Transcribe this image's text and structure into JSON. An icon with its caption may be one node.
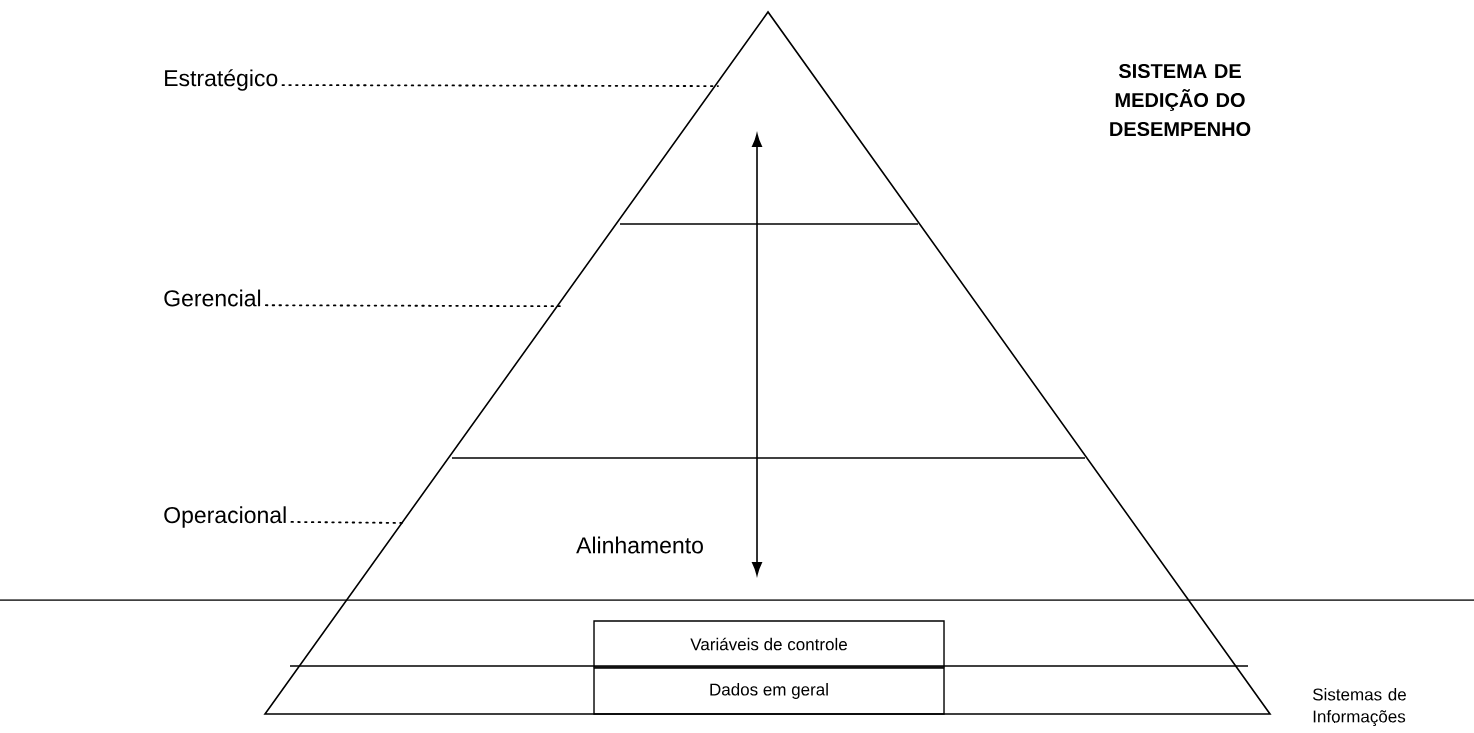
{
  "diagram": {
    "title": "SISTEMA DE MEDIÇÃO DO DESEMPENHO",
    "nodes": [
      {
        "text": [
          "Estratégico"
        ]
      },
      {
        "text": [
          "Gerencial"
        ]
      },
      {
        "text": [
          "Operacional"
        ]
      },
      {
        "text": [
          "Variáveis de controle"
        ]
      },
      {
        "text": [
          "Dados em geral"
        ]
      }
    ],
    "edges": [
      {
        "from": 0,
        "to": null,
        "arrow": "none",
        "style": "dashed"
      },
      {
        "from": 1,
        "to": null,
        "arrow": "none",
        "style": "dashed"
      },
      {
        "from": 2,
        "to": null,
        "arrow": "none",
        "style": "dashed"
      }
    ],
    "labels": [
      "Alinhamento",
      "Sistemas de Informações"
    ]
  }
}
